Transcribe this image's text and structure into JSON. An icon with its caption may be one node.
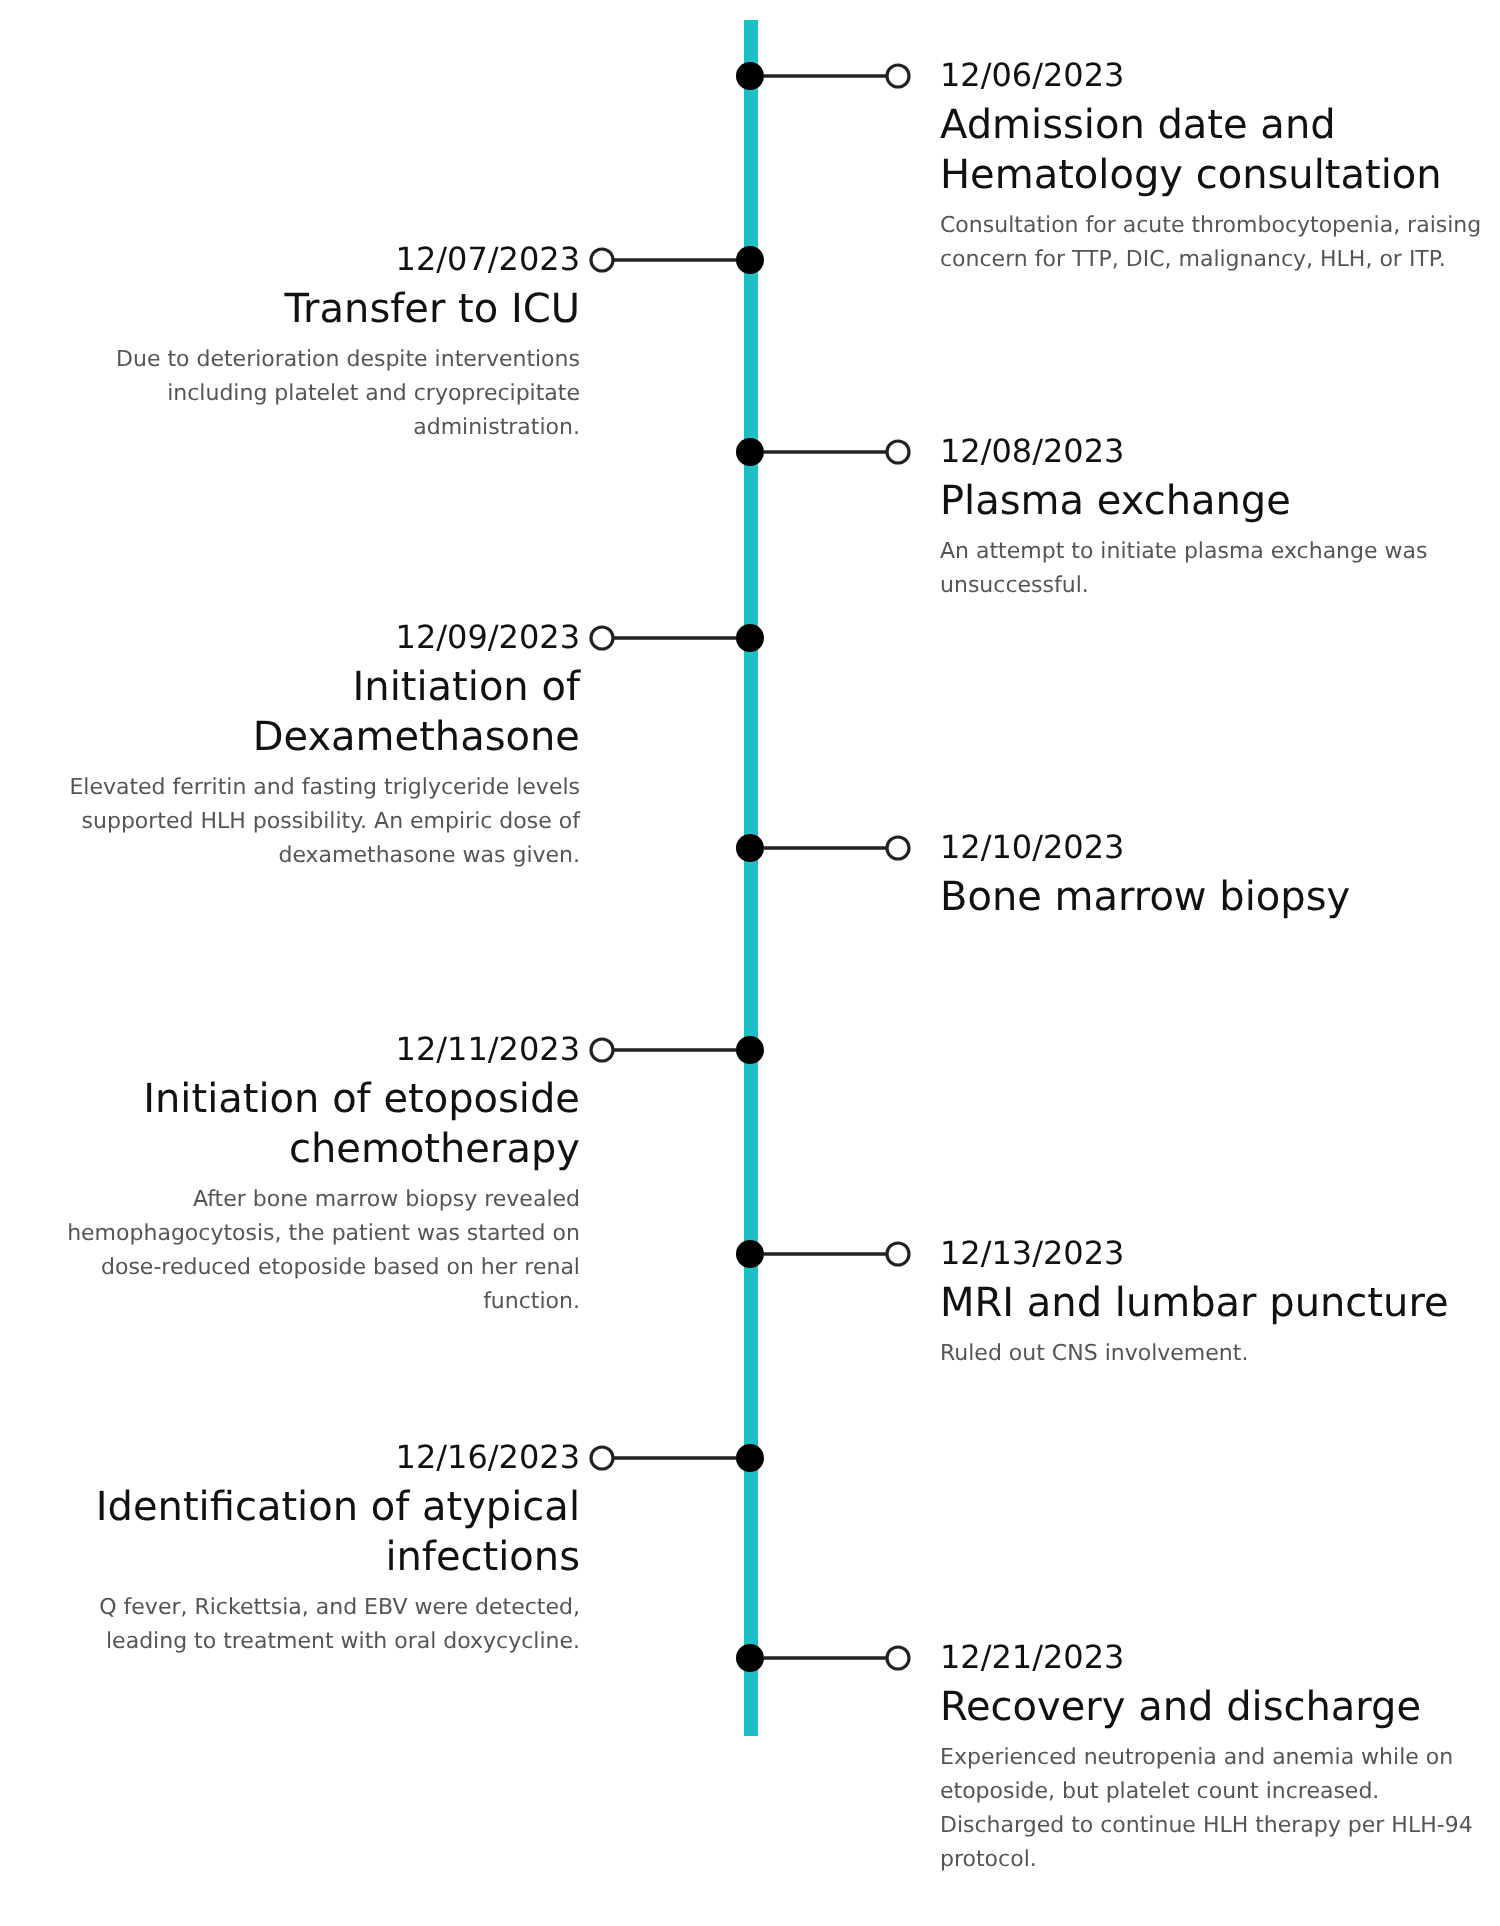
{
  "diagram": {
    "nodes": [
      {
        "text": [
          "12/06/2023",
          "Admission date and Hematology consultation",
          "Consultation for acute thrombocytopenia, raising concern for TTP, DIC, malignancy, HLH, or ITP."
        ]
      },
      {
        "text": [
          "12/07/2023",
          "Transfer to ICU",
          "Due to deterioration despite interventions including platelet and cryoprecipitate administration."
        ]
      },
      {
        "text": [
          "12/08/2023",
          "Plasma exchange",
          "An attempt to initiate plasma exchange was unsuccessful."
        ]
      },
      {
        "text": [
          "12/09/2023",
          "Initiation of Dexamethasone",
          "Elevated ferritin and fasting triglyceride levels supported HLH possibility. An empiric dose of dexamethasone was given."
        ]
      },
      {
        "text": [
          "12/10/2023",
          "Bone marrow biopsy"
        ]
      },
      {
        "text": [
          "12/11/2023",
          "Initiation of etoposide chemotherapy",
          "After bone marrow biopsy revealed hemophagocytosis, the patient was started on dose-reduced etoposide based on her renal function."
        ]
      },
      {
        "text": [
          "12/13/2023",
          "MRI and lumbar puncture",
          "Ruled out CNS involvement."
        ]
      },
      {
        "text": [
          "12/16/2023",
          "Identification of atypical infections",
          "Q fever, Rickettsia, and EBV were detected, leading to treatment with oral doxycycline."
        ]
      },
      {
        "text": [
          "12/21/2023",
          "Recovery and discharge",
          "Experienced neutropenia and anemia while on etoposide, but platelet count increased. Discharged to continue HLH therapy per HLH-94 protocol."
        ]
      },
      {
        "text": [],
        "shape": "circle"
      },
      {
        "text": [],
        "shape": "circle"
      },
      {
        "text": [],
        "shape": "circle"
      },
      {
        "text": [],
        "shape": "circle"
      },
      {
        "text": [],
        "shape": "circle"
      },
      {
        "text": [],
        "shape": "circle"
      },
      {
        "text": [],
        "shape": "circle"
      },
      {
        "text": [],
        "shape": "circle"
      },
      {
        "text": [],
        "shape": "circle"
      }
    ],
    "edges": [
      {
        "from": 9,
        "to": 0,
        "arrow": "other"
      },
      {
        "from": 10,
        "to": 1,
        "arrow": "other"
      },
      {
        "from": 11,
        "to": 2,
        "arrow": "other"
      },
      {
        "from": 12,
        "to": 3,
        "arrow": "other"
      },
      {
        "from": 13,
        "to": 4,
        "arrow": "other"
      },
      {
        "from": 14,
        "to": 5,
        "arrow": "other"
      },
      {
        "from": 15,
        "to": 6,
        "arrow": "other"
      },
      {
        "from": 16,
        "to": 7,
        "arrow": "other"
      },
      {
        "from": 17,
        "to": 8,
        "arrow": "other"
      }
    ]
  }
}
